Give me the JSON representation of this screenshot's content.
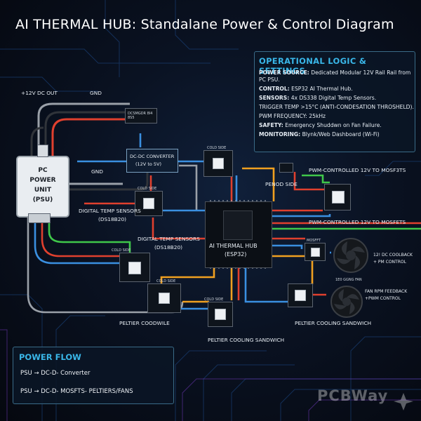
{
  "title": "AI THERMAL HUB: Standalane Power & Control Diagram",
  "operational": {
    "heading": "OPERATIONAL LOGIC & SETTINGS",
    "items": [
      {
        "key": "POWER SOURCE:",
        "value": "Dedicated Modular 12V Rail Rail from PC PSU."
      },
      {
        "key": "CONTROL:",
        "value": "ESP32 AI Thermal Hub."
      },
      {
        "key": "SENSORS:",
        "value": "4x DS338 Digital Temp Sensors."
      },
      {
        "key": "",
        "value": "TRIGGER TEMP >15°C (ANTI-CONDESATION THROSHELD)."
      },
      {
        "key": "",
        "value": "PWM FREQUENCY: 25kHz"
      },
      {
        "key": "SAFETY:",
        "value": "Emergency Shuddwn on Fan Failure."
      },
      {
        "key": "MONITORING:",
        "value": "Blynk/Web Dashboard (Wi-Fi)"
      }
    ]
  },
  "power_flow": {
    "heading": "POWER FLOW",
    "lines": [
      "PSU → DC-D- Converter",
      "PSU → DC-D- MOSFTS- PELTIERS/FANS"
    ]
  },
  "psu": {
    "line1": "PC",
    "line2": "POWER",
    "line3": "UNIT",
    "line4": "(PSU)"
  },
  "labels": {
    "dc_out": "+12V DC OUT",
    "gnd_top": "GND",
    "gnd_mid": "GND",
    "dc_module": "DCSMGDR 8I4 8S5",
    "converter_l1": "DC-DC CONVERTER",
    "converter_l2": "(12V to 5V)",
    "cold_side_1": "COLD SIDE",
    "cold_side_2": "COLD SIDE",
    "cold_side_3": "COLD SIDE",
    "cold_side_4": "COLD SIDE",
    "cold_side_5": "COLD SIDE",
    "digital_temp_1_l1": "DIGITAL TEMP SENSORS",
    "digital_temp_1_l2": "(DS18B20)",
    "digital_temp_2_l1": "DIGITAL TEMP SENSORS",
    "digital_temp_2_l2": "(DS18B20)",
    "hub_l1": "AI THERMAL HUB",
    "hub_l2": "(ESP32)",
    "penod_side": "PENOD SIDE",
    "pwm_1": "PWM-CONTROLLED 12V TO MOSF3TS",
    "pwm_2": "PWM-CONTROLLED 12V TO MOSFETS",
    "mosfet": "MOSFFT",
    "coolback_l1": "12! DC COOLBACK",
    "coolback_l2": "+ PM CONTROL",
    "fan_small": "1E0 GGNG FAN",
    "fan_rpm_l1": "FAN RPM FEEDBACK",
    "fan_rpm_l2": "+PWM CONTROL",
    "peltier_coodwile": "PELTIER COODWILE",
    "peltier_sandwich_1": "PELTIER COOLING SANDWICH",
    "peltier_sandwich_2": "PELTIER COOLING SANDWICH",
    "watermark": "PCBWay"
  },
  "colors": {
    "accent": "#39b6e8",
    "wire_red": "#e0402e",
    "wire_blue": "#3a8fe0",
    "wire_orange": "#f0a020",
    "wire_gray": "#9aa0a8",
    "wire_green": "#3fc74a",
    "wire_black": "#30343a"
  }
}
